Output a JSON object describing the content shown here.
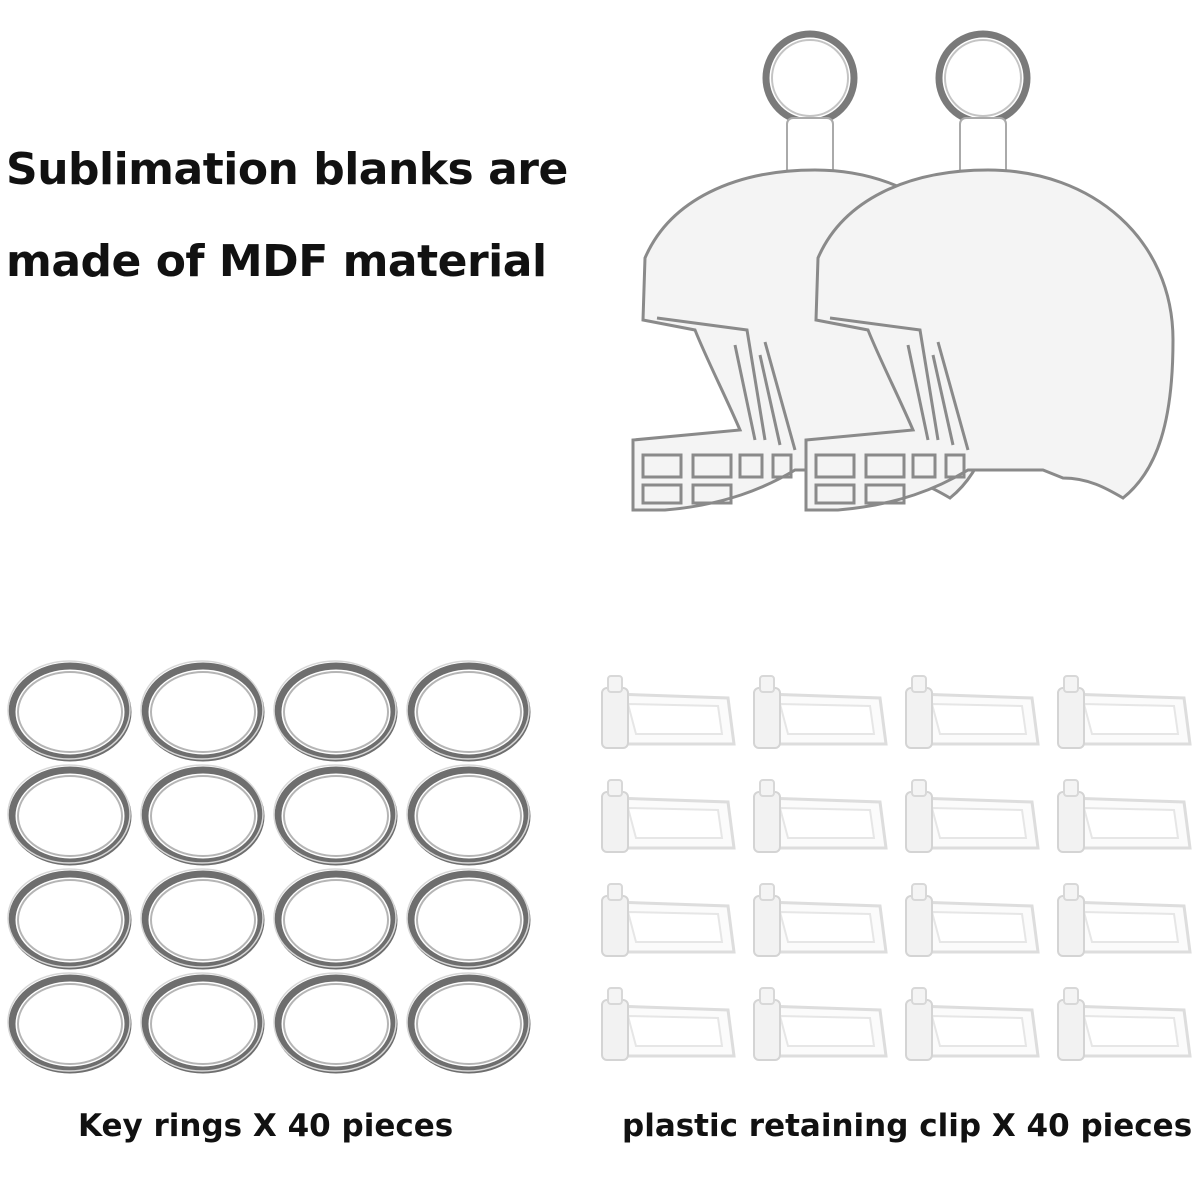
{
  "headline": {
    "line1": "Sublimation blanks are",
    "line2": "made of MDF material"
  },
  "captions": {
    "key_rings": "Key rings X 40 pieces",
    "clips": "plastic retaining clip X 40 pieces"
  },
  "grid": {
    "rows": 4,
    "cols": 4
  },
  "colors": {
    "text": "#111111",
    "helmet_fill": "#f4f4f4",
    "helmet_outline": "#8a8a8a",
    "ring_metal": "#6e6e6e",
    "clip_plastic": "#f7f7f7"
  }
}
